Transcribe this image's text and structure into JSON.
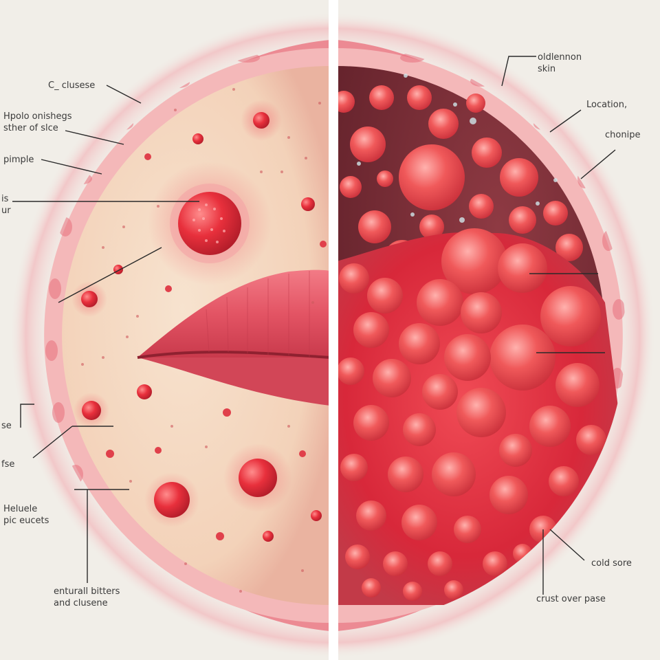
{
  "labels": {
    "c_clusese": "C_ clusese",
    "hpolo_line1": "Hpolo onishegs",
    "hpolo_line2": "sther of slce",
    "pimple": "pimple",
    "is_fragment": "is",
    "ur_fragment": "ur",
    "se_fragment": "se",
    "fse_fragment": "fse",
    "heluele_line1": "Heluele",
    "heluele_line2": "pic eucets",
    "entural_line1": "enturall bitters",
    "entural_line2": "and clusene",
    "oldlennon_line1": "oldlennon",
    "oldlennon_line2": "skin",
    "location": "Location,",
    "chonipe": "chonipe",
    "cold_sore": "cold sore",
    "crust_over": "crust over pase"
  },
  "colors": {
    "background": "#f1eee8",
    "skin": "#f6dcc4",
    "skin_rim": "#e97a86",
    "pimple": "#e8303c",
    "lip": "#e05060",
    "cavity": "#7d2b34",
    "blister": "#ee4e52",
    "divider": "#ffffff",
    "leader_line": "#2a2a2a"
  }
}
